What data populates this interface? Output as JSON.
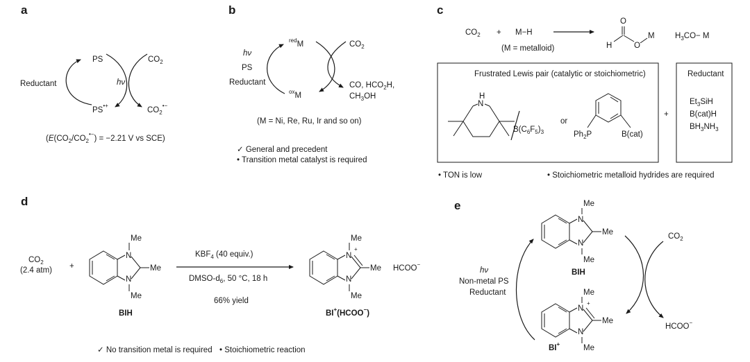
{
  "panel_labels": {
    "a": "a",
    "b": "b",
    "c": "c",
    "d": "d",
    "e": "e"
  },
  "a": {
    "ps": "PS",
    "co2_main": "CO",
    "co2_sub": "2",
    "reductant": "Reductant",
    "hv": "hν",
    "ps_radical": "PS",
    "ps_radical_sup": "•+",
    "co2_radical": "CO",
    "co2_radical_sub": "2",
    "co2_radical_sup": "•−",
    "potential_pre": "(",
    "potential_e": "E",
    "potential_mid": "(CO",
    "potential_sub1": "2",
    "potential_slash": "/CO",
    "potential_sub2": "2",
    "potential_sup": "•−",
    "potential_post": ") = −2.21 V vs SCE)"
  },
  "b": {
    "hv": "hν",
    "ps": "PS",
    "reductant": "Reductant",
    "red_m_sup": "red",
    "red_m": "M",
    "ox_m_sup": "ox",
    "ox_m": "M",
    "co2": "CO",
    "co2_sub": "2",
    "products_line1": "CO, HCO",
    "products_line1_sub": "2",
    "products_line1_end": "H,",
    "products_line2": "CH",
    "products_line2_sub": "3",
    "products_line2_end": "OH",
    "metals": "(M = Ni, Re, Ru, Ir and so on)",
    "note1": "✓ General and precedent",
    "note2": "• Transition metal catalyst is required"
  },
  "c": {
    "co2": "CO",
    "co2_sub": "2",
    "plus": "+",
    "mh": "M−H",
    "metalloid": "(M = metalloid)",
    "formate_o": "O",
    "formate_h": "H",
    "formate_o2": "O",
    "formate_m": "M",
    "methoxy": "H",
    "methoxy_sub": "3",
    "methoxy_end": "CO− M",
    "flp_title": "Frustrated Lewis pair (catalytic or stoichiometric)",
    "nh": "N",
    "nh_h": "H",
    "borane": "B(C",
    "borane_sub1": "6",
    "borane_mid": "F",
    "borane_sub2": "5",
    "borane_end": ")",
    "borane_sub3": "3",
    "or": "or",
    "ph2p": "Ph",
    "ph2p_sub": "2",
    "ph2p_end": "P",
    "bcat": "B(cat)",
    "plus2": "+",
    "reductant_title": "Reductant",
    "red1": "Et",
    "red1_sub": "3",
    "red1_end": "SiH",
    "red2": "B(cat)H",
    "red3": "BH",
    "red3_sub": "3",
    "red3_mid": "NH",
    "red3_sub2": "3",
    "note1": "• TON is low",
    "note2": "• Stoichiometric metalloid hydrides are required"
  },
  "d": {
    "co2": "CO",
    "co2_sub": "2",
    "pressure": "(2.4 atm)",
    "plus": "+",
    "me": "Me",
    "n": "N",
    "bih": "BIH",
    "cond1": "KBF",
    "cond1_sub": "4",
    "cond1_end": " (40 equiv.)",
    "cond2": "DMSO-d",
    "cond2_sub": "6",
    "cond2_end": ", 50 °C, 18 h",
    "yield": "66% yield",
    "plus_charge": "+",
    "formate": "HCOO",
    "formate_sup": "−",
    "product": "BI",
    "product_sup": "+",
    "product_mid": "(HCOO",
    "product_sup2": "−",
    "product_end": ")",
    "note1": "✓ No transition metal is required",
    "note2": "• Stoichiometric reaction"
  },
  "e": {
    "me": "Me",
    "n": "N",
    "bih": "BIH",
    "bi": "BI",
    "bi_sup": "+",
    "plus_charge": "+",
    "hv": "hν",
    "ps": "Non-metal PS",
    "reductant": "Reductant",
    "co2": "CO",
    "co2_sub": "2",
    "formate": "HCOO",
    "formate_sup": "−"
  }
}
